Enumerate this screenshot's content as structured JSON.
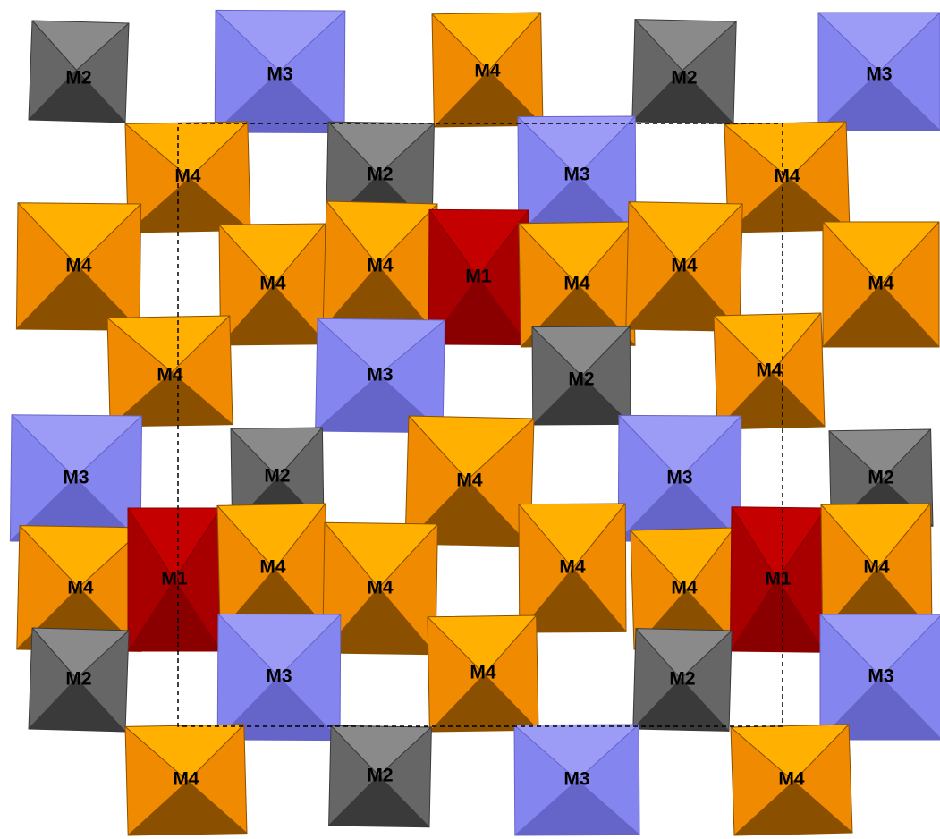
{
  "legend_colors": {
    "M1": {
      "light": "#c40000",
      "dark": "#8a0000",
      "mid": "#a80000"
    },
    "M2": {
      "light": "#8a8a8a",
      "dark": "#3a3a3a",
      "mid": "#666666"
    },
    "M3": {
      "light": "#9c9cf7",
      "dark": "#6565c9",
      "mid": "#8585f0"
    },
    "M4": {
      "light": "#ffb000",
      "dark": "#8a5000",
      "mid": "#f08a00"
    }
  },
  "polyhedra": [
    {
      "label": "M2"
    },
    {
      "label": "M3"
    },
    {
      "label": "M4"
    },
    {
      "label": "M2"
    },
    {
      "label": "M3"
    },
    {
      "label": "M4"
    },
    {
      "label": "M2"
    },
    {
      "label": "M3"
    },
    {
      "label": "M4"
    },
    {
      "label": "M4"
    },
    {
      "label": "M4"
    },
    {
      "label": "M4"
    },
    {
      "label": "M1"
    },
    {
      "label": "M4"
    },
    {
      "label": "M4"
    },
    {
      "label": "M4"
    },
    {
      "label": "M4"
    },
    {
      "label": "M3"
    },
    {
      "label": "M2"
    },
    {
      "label": "M4"
    },
    {
      "label": "M3"
    },
    {
      "label": "M2"
    },
    {
      "label": "M4"
    },
    {
      "label": "M3"
    },
    {
      "label": "M2"
    },
    {
      "label": "M4"
    },
    {
      "label": "M1"
    },
    {
      "label": "M4"
    },
    {
      "label": "M4"
    },
    {
      "label": "M4"
    },
    {
      "label": "M4"
    },
    {
      "label": "M1"
    },
    {
      "label": "M4"
    },
    {
      "label": "M2"
    },
    {
      "label": "M3"
    },
    {
      "label": "M4"
    },
    {
      "label": "M2"
    },
    {
      "label": "M3"
    },
    {
      "label": "M4"
    },
    {
      "label": "M2"
    },
    {
      "label": "M3"
    },
    {
      "label": "M4"
    }
  ]
}
